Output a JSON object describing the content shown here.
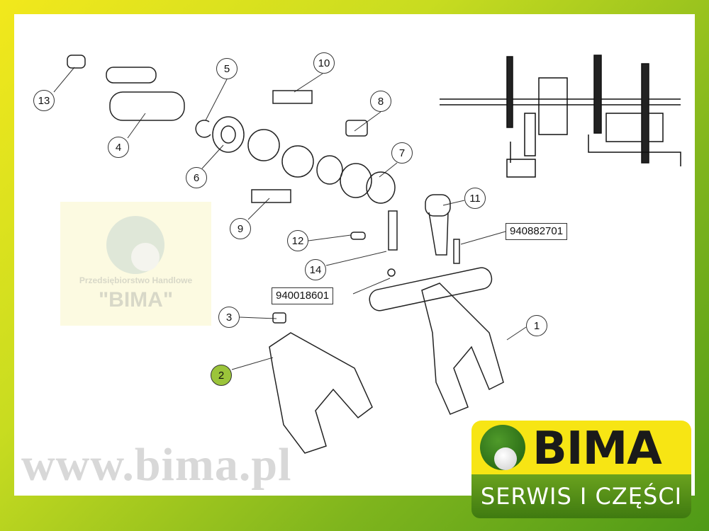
{
  "callouts": [
    "1",
    "2",
    "3",
    "4",
    "5",
    "6",
    "7",
    "8",
    "9",
    "10",
    "11",
    "12",
    "13",
    "14"
  ],
  "part_numbers": [
    "940882701",
    "940018601"
  ],
  "watermark": {
    "company_line": "Przedsiębiorstwo Handlowe",
    "name": "\"BIMA\"",
    "url": "www.bima.pl"
  },
  "logo": {
    "brand": "BIMA",
    "tagline": "SERWIS I CZĘŚCI"
  },
  "colors": {
    "highlight": "#9bc43a",
    "logo_yellow": "#f7e514",
    "logo_green": "#4f8a16"
  }
}
